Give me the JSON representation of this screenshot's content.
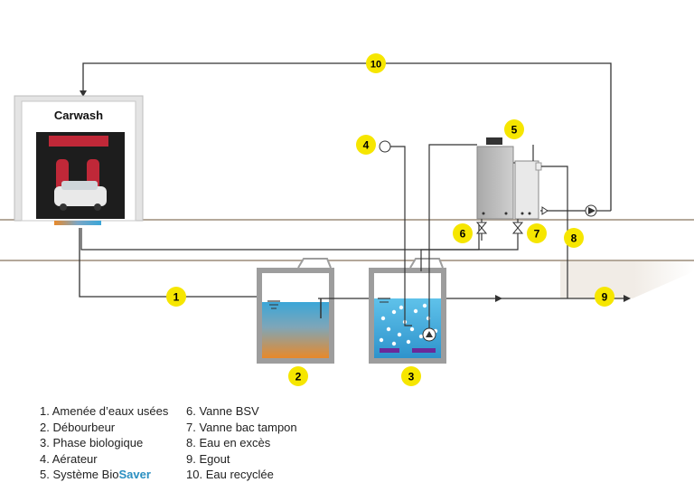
{
  "title": "Carwash",
  "badges": [
    "1",
    "2",
    "3",
    "4",
    "5",
    "6",
    "7",
    "8",
    "9",
    "10"
  ],
  "legend": [
    {
      "num": "1.",
      "text": "Amenée d’eaux usées"
    },
    {
      "num": "2.",
      "text": "Débourbeur"
    },
    {
      "num": "3.",
      "text": "Phase biologique"
    },
    {
      "num": "4.",
      "text": "Aérateur"
    },
    {
      "num": "5.",
      "text": "Système Bio",
      "accent": "Saver"
    },
    {
      "num": "6.",
      "text": "Vanne BSV"
    },
    {
      "num": "7.",
      "text": "Vanne bac tampon"
    },
    {
      "num": "8.",
      "text": "Eau en excès"
    },
    {
      "num": "9.",
      "text": "Egout"
    },
    {
      "num": "10.",
      "text": "Eau recyclée"
    }
  ],
  "colors": {
    "badge": "#f6e600",
    "ground": "#b4a89a",
    "pipe": "#333333",
    "water_blue": "#3aa6d8",
    "sludge_orange": "#e8892a",
    "brand_accent": "#2a8fc1"
  },
  "icons": [
    "car-icon",
    "brush-icon",
    "pump-icon",
    "valve-icon",
    "aerator-icon",
    "diffuser-icon"
  ]
}
